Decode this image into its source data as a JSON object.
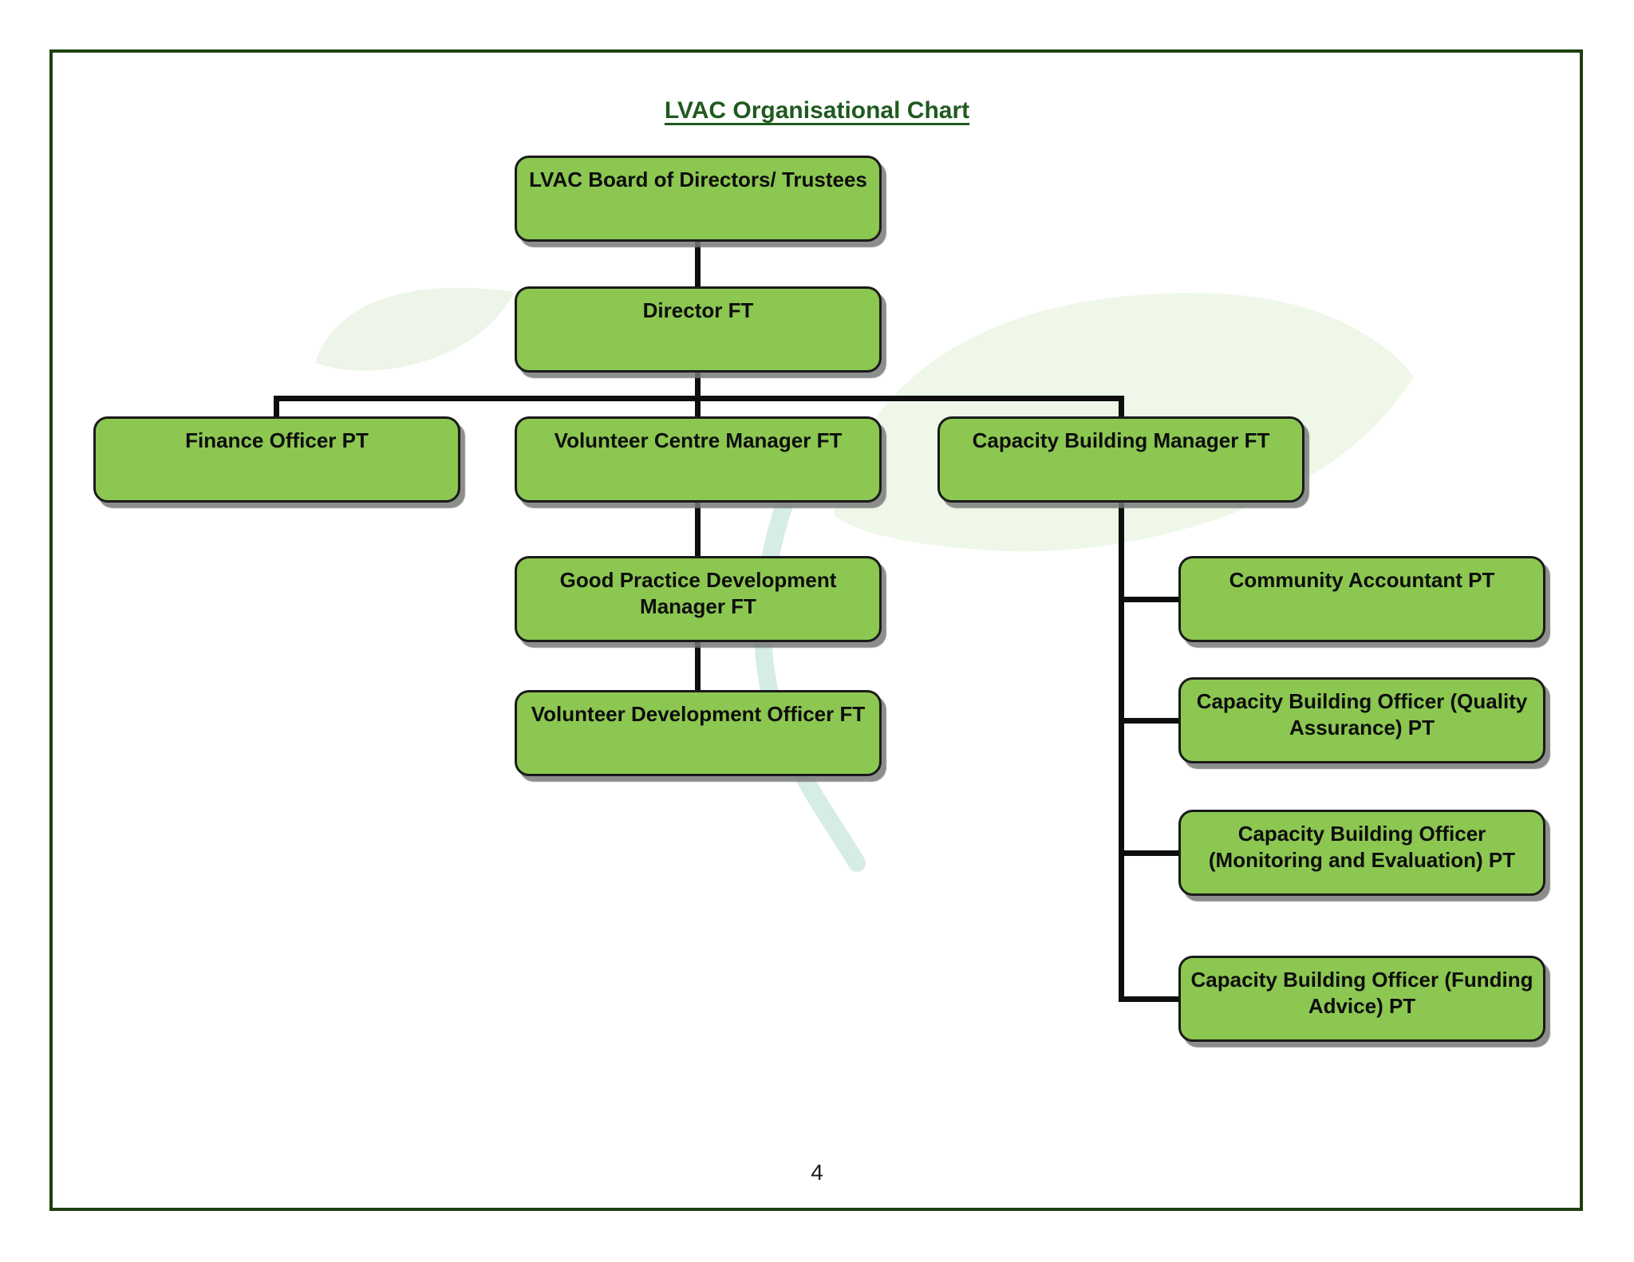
{
  "page": {
    "title": "LVAC Organisational Chart",
    "page_number": "4"
  },
  "org": {
    "board": {
      "label": "LVAC Board of Directors/ Trustees",
      "reports_to": null
    },
    "director": {
      "label": "Director FT",
      "reports_to": "board"
    },
    "finance": {
      "label": "Finance Officer PT",
      "reports_to": "director"
    },
    "vcm": {
      "label": "Volunteer Centre Manager FT",
      "reports_to": "director"
    },
    "cbm": {
      "label": "Capacity Building Manager FT",
      "reports_to": "director"
    },
    "gpdm": {
      "label": "Good Practice Development\nManager FT",
      "reports_to": "vcm"
    },
    "vdo": {
      "label": "Volunteer Development Officer FT",
      "reports_to": "gpdm"
    },
    "ca": {
      "label": "Community Accountant PT",
      "reports_to": "cbm"
    },
    "qa": {
      "label": "Capacity Building Officer (Quality\nAssurance) PT",
      "reports_to": "cbm"
    },
    "me": {
      "label": "Capacity Building Officer\n(Monitoring and Evaluation) PT",
      "reports_to": "cbm"
    },
    "fa": {
      "label": "Capacity Building Officer (Funding\nAdvice) PT",
      "reports_to": "cbm"
    }
  },
  "colors": {
    "node_fill": "#8cc751",
    "node_border": "#1a1a1a",
    "node_shadow": "#8c8c8c",
    "connector": "#0e0e0e",
    "title_text": "#1f5a1f",
    "frame_border": "#1c400f",
    "watermark_leaf": "#d9edcb",
    "watermark_stem": "#b5dcd2"
  }
}
